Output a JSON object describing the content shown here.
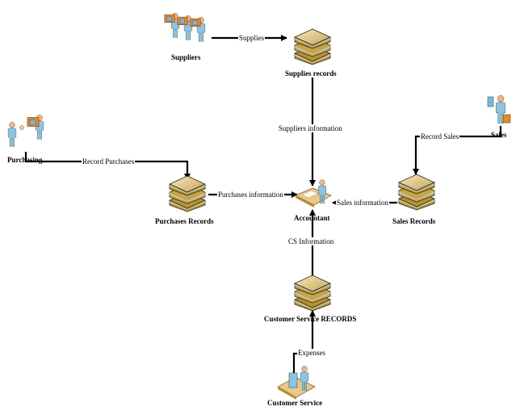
{
  "diagram": {
    "type": "data-flow",
    "nodes": {
      "suppliers": {
        "label": "Suppliers",
        "icon": "people-with-boxes-icon"
      },
      "supplies_records": {
        "label": "Supplies records",
        "icon": "records-stack-icon"
      },
      "purchasing": {
        "label": "Purchasing",
        "icon": "purchasing-people-icon"
      },
      "purchases_records": {
        "label": "Purchases Records",
        "icon": "records-stack-icon"
      },
      "accountant": {
        "label": "Accountant",
        "icon": "accountant-desk-icon"
      },
      "sales": {
        "label": "Sales",
        "icon": "salesperson-icon"
      },
      "sales_records": {
        "label": "Sales Records",
        "icon": "records-stack-icon"
      },
      "cs_records": {
        "label": "Customer Service RECORDS",
        "icon": "records-stack-icon"
      },
      "customer_service": {
        "label": "Customer Service",
        "icon": "customer-service-desk-icon"
      }
    },
    "edges": {
      "supplies": {
        "label": "Supplies",
        "from": "Suppliers",
        "to": "Supplies records"
      },
      "suppliers_info": {
        "label": "Suppliers information",
        "from": "Supplies records",
        "to": "Accountant"
      },
      "record_purchases": {
        "label": "Record Purchases",
        "from": "Purchasing",
        "to": "Purchases Records"
      },
      "purchases_info": {
        "label": "Purchases information",
        "from": "Purchases Records",
        "to": "Accountant"
      },
      "record_sales": {
        "label": "Record Sales",
        "from": "Sales",
        "to": "Sales Records"
      },
      "sales_info": {
        "label": "Sales information",
        "from": "Sales Records",
        "to": "Accountant"
      },
      "cs_info": {
        "label": "CS Information",
        "from": "Customer Service RECORDS",
        "to": "Accountant"
      },
      "expenses": {
        "label": "Expenses",
        "from": "Customer Service",
        "to": "Customer Service RECORDS"
      }
    },
    "colors": {
      "records_top": "#e8d49a",
      "records_edge": "#8a6a1f",
      "records_page": "#a9d3e0",
      "person_body": "#8fc3de",
      "person_skin": "#f0b58a",
      "box_orange": "#e58a2a",
      "desk": "#e8c98a"
    }
  }
}
